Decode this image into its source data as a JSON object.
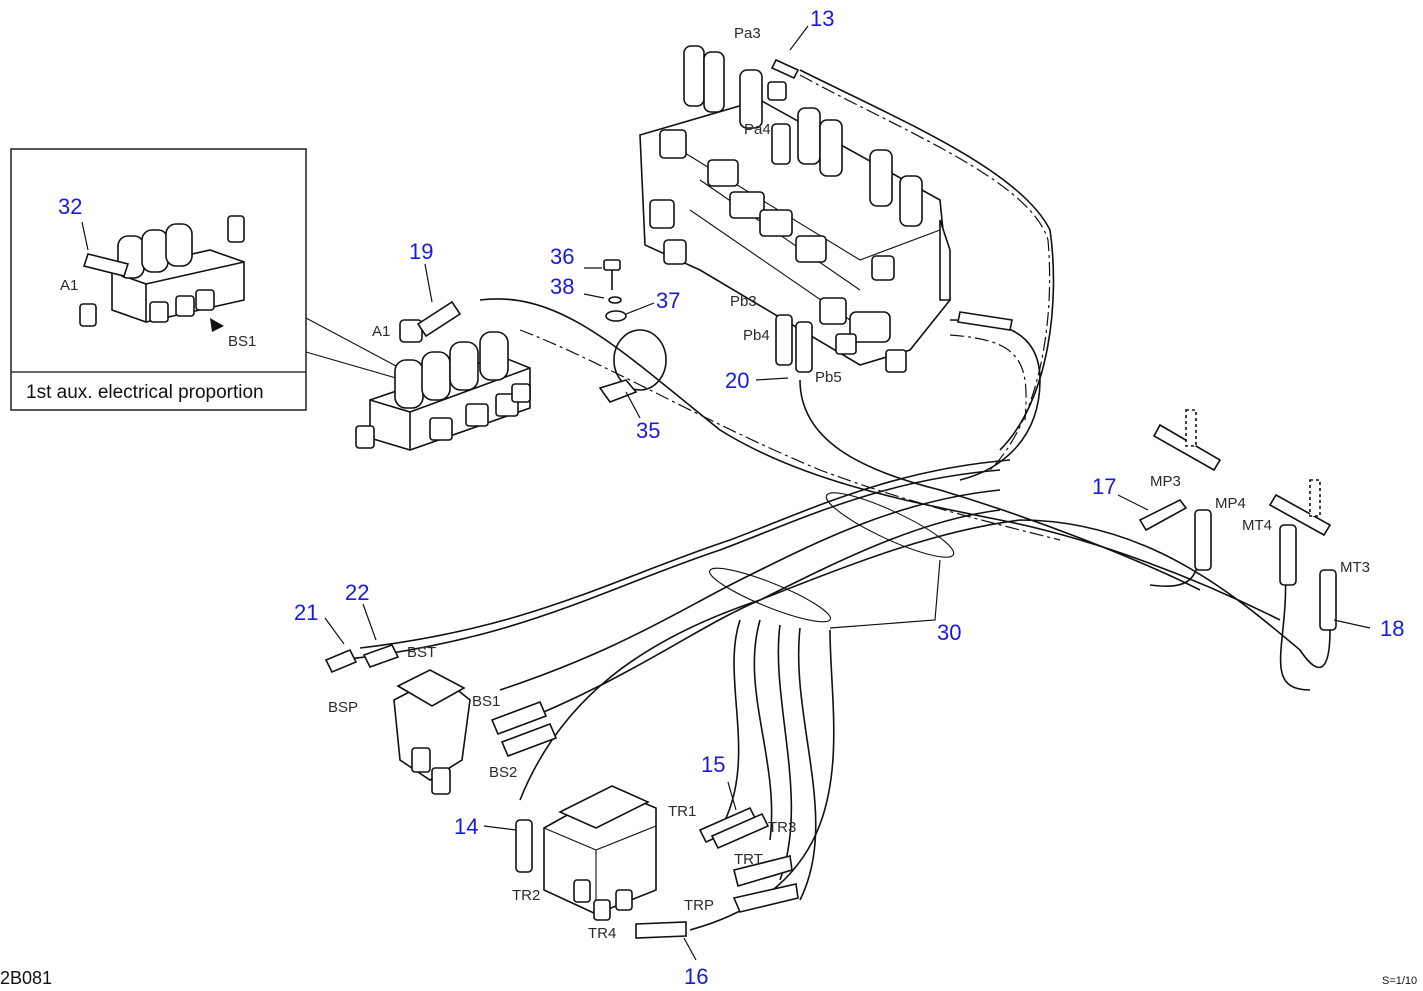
{
  "callouts": [
    "13",
    "19",
    "32",
    "36",
    "38",
    "37",
    "35",
    "20",
    "17",
    "18",
    "30",
    "21",
    "22",
    "15",
    "14",
    "16"
  ],
  "port_labels": [
    "Pa3",
    "Pa4",
    "Pb3",
    "Pb4",
    "Pb5",
    "A1",
    "A1",
    "BS1",
    "BST",
    "BS1",
    "BS2",
    "BSP",
    "MP3",
    "MP4",
    "MT4",
    "MT3",
    "TR1",
    "TR3",
    "TRT",
    "TRP",
    "TR2",
    "TR4"
  ],
  "inset": {
    "caption": "1st aux. electrical proportion"
  },
  "footer": {
    "code": "2B081",
    "scale": "S=1/10"
  }
}
